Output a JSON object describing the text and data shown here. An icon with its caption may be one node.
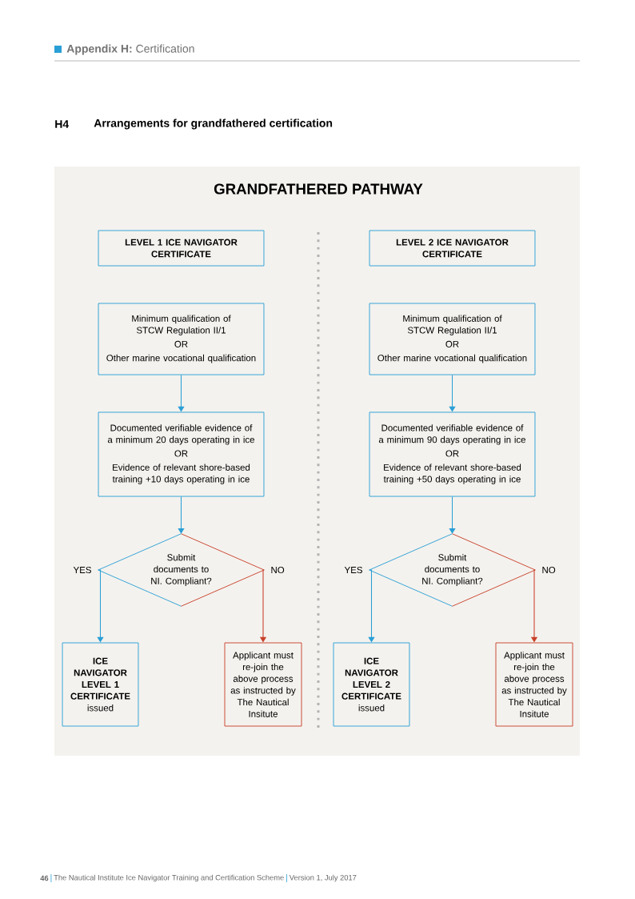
{
  "diagram": {
    "title": "GRANDFATHERED PATHWAY",
    "nodes": [
      {
        "text": [
          "LEVEL 1 ICE NAVIGATOR CERTIFICATE"
        ]
      },
      {
        "text": [
          "Minimum qualification of STCW Regulation II/1",
          "OR",
          "Other marine vocational qualification"
        ]
      },
      {
        "text": [
          "Documented verifiable evidence of a minimum 20 days operating in ice",
          "OR",
          "Evidence of relevant shore-based training +10 days operating in ice"
        ]
      },
      {
        "text": [
          "Submit documents to NI. Compliant?"
        ]
      },
      {
        "text": [
          "ICE NAVIGATOR LEVEL 1 CERTIFICATE",
          "issued"
        ]
      },
      {
        "text": [
          "Applicant must re-join the above process as instructed by The Nautical Insitute"
        ]
      },
      {
        "text": [
          "LEVEL 2 ICE NAVIGATOR CERTIFICATE"
        ]
      },
      {
        "text": [
          "Minimum qualification of STCW Regulation II/1",
          "OR",
          "Other marine vocational qualification"
        ]
      },
      {
        "text": [
          "Documented verifiable evidence of a minimum 90 days operating in ice",
          "OR",
          "Evidence of relevant shore-based training +50 days operating in ice"
        ]
      },
      {
        "text": [
          "Submit documents to NI. Compliant?"
        ]
      },
      {
        "text": [
          "ICE NAVIGATOR LEVEL 2 CERTIFICATE",
          "issued"
        ]
      },
      {
        "text": [
          "Applicant must re-join the above process as instructed by The Nautical Insitute"
        ]
      }
    ],
    "edges": [
      {
        "from": 1,
        "to": 2,
        "arrow": "to"
      },
      {
        "from": 2,
        "to": 3,
        "arrow": "to"
      },
      {
        "from": 3,
        "to": 4,
        "arrow": "to",
        "label": "YES"
      },
      {
        "from": 3,
        "to": 5,
        "arrow": "to",
        "label": "NO",
        "color": "#c8412b"
      },
      {
        "from": 7,
        "to": 8,
        "arrow": "to"
      },
      {
        "from": 8,
        "to": 9,
        "arrow": "to"
      },
      {
        "from": 9,
        "to": 10,
        "arrow": "to",
        "label": "YES"
      },
      {
        "from": 9,
        "to": 11,
        "arrow": "to",
        "label": "NO",
        "color": "#c8412b"
      }
    ],
    "labels": [
      "**Appendix H:** Certification",
      "H4",
      "Arrangements for grandfathered certification",
      "46",
      "The Nautical Institute Ice Navigator Training and Certification Scheme",
      "Version 1, July 2017"
    ]
  }
}
